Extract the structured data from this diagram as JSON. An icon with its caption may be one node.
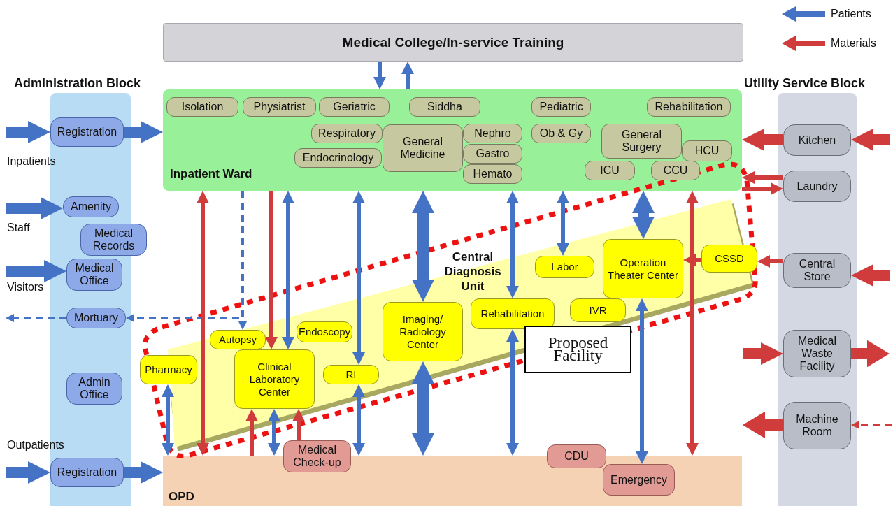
{
  "diagram": {
    "nodes": [
      {
        "text": [
          "Medical College/In-service Training"
        ]
      },
      {
        "text": [
          "Administration Block"
        ]
      },
      {
        "text": [
          "Registration"
        ],
        "in": 1
      },
      {
        "text": [
          "Amenity"
        ],
        "in": 1
      },
      {
        "text": [
          "Medical Records"
        ]
      },
      {
        "text": [
          "Medical Office"
        ],
        "in": 1
      },
      {
        "text": [
          "Mortuary"
        ],
        "in": 1
      },
      {
        "text": [
          "Admin Office"
        ],
        "in": 1
      },
      {
        "text": [
          "Registration"
        ],
        "in": 1
      },
      {
        "text": [
          "Inpatient Ward"
        ]
      },
      {
        "text": [
          "Isolation"
        ],
        "in": 9
      },
      {
        "text": [
          "Physiatrist"
        ],
        "in": 9
      },
      {
        "text": [
          "Geriatric"
        ],
        "in": 9
      },
      {
        "text": [
          "Siddha"
        ],
        "in": 9
      },
      {
        "text": [
          "Pediatric"
        ],
        "in": 9
      },
      {
        "text": [
          "Rehabilitation"
        ],
        "in": 9
      },
      {
        "text": [
          "Respiratory"
        ],
        "in": 9
      },
      {
        "text": [
          "Endocrinology"
        ],
        "in": 9
      },
      {
        "text": [
          "General Medicine"
        ],
        "in": 9
      },
      {
        "text": [
          "Nephro"
        ],
        "in": 9
      },
      {
        "text": [
          "Gastro"
        ],
        "in": 9
      },
      {
        "text": [
          "Hemato"
        ],
        "in": 9
      },
      {
        "text": [
          "Ob & Gy"
        ],
        "in": 9
      },
      {
        "text": [
          "General Surgery"
        ],
        "in": 9
      },
      {
        "text": [
          "HCU"
        ],
        "in": 9
      },
      {
        "text": [
          "ICU"
        ],
        "in": 9
      },
      {
        "text": [
          "CCU"
        ],
        "in": 9
      },
      {
        "text": [
          "Central Diagnosis Unit"
        ]
      },
      {
        "text": [
          "Pharmacy"
        ]
      },
      {
        "text": [
          "Autopsy"
        ],
        "in": 27
      },
      {
        "text": [
          "Clinical Laboratory Center"
        ],
        "in": 27
      },
      {
        "text": [
          "Endoscopy"
        ],
        "in": 27
      },
      {
        "text": [
          "RI"
        ],
        "in": 27
      },
      {
        "text": [
          "Imaging/ Radiology Center"
        ],
        "in": 27
      },
      {
        "text": [
          "Rehabilitation"
        ],
        "in": 27
      },
      {
        "text": [
          "Labor"
        ],
        "in": 27
      },
      {
        "text": [
          "IVR"
        ],
        "in": 27
      },
      {
        "text": [
          "Operation Theater Center"
        ],
        "in": 27
      },
      {
        "text": [
          "CSSD"
        ],
        "in": 27
      },
      {
        "text": [
          "Proposed Facility"
        ]
      },
      {
        "text": [
          "OPD"
        ]
      },
      {
        "text": [
          "Medical Check-up"
        ]
      },
      {
        "text": [
          "CDU"
        ]
      },
      {
        "text": [
          "Emergency"
        ],
        "in": 40
      },
      {
        "text": [
          "Utility Service Block"
        ]
      },
      {
        "text": [
          "Kitchen"
        ],
        "in": 44
      },
      {
        "text": [
          "Laundry"
        ],
        "in": 44
      },
      {
        "text": [
          "Central Store"
        ],
        "in": 44
      },
      {
        "text": [
          "Medical Waste Facility"
        ],
        "in": 44
      },
      {
        "text": [
          "Machine Room"
        ],
        "in": 44
      }
    ],
    "edges": [
      {
        "from": null,
        "to": 2,
        "arrow": "to",
        "style": "thick"
      },
      {
        "from": 2,
        "to": 9,
        "arrow": "to",
        "style": "thick"
      },
      {
        "from": null,
        "to": 3,
        "arrow": "to",
        "style": "thick"
      },
      {
        "from": null,
        "to": 5,
        "arrow": "to",
        "style": "thick"
      },
      {
        "from": 9,
        "to": 6,
        "arrow": "to",
        "style": "dashed"
      },
      {
        "from": 9,
        "to": 29,
        "arrow": "to",
        "style": "dashed"
      },
      {
        "from": 6,
        "to": null,
        "arrow": "to",
        "style": "dashed"
      },
      {
        "from": null,
        "to": 8,
        "arrow": "to",
        "style": "thick"
      },
      {
        "from": 8,
        "to": 40,
        "arrow": "to",
        "style": "thick"
      },
      {
        "from": 0,
        "to": 9,
        "arrow": "to"
      },
      {
        "from": 9,
        "to": 0,
        "arrow": "to"
      },
      {
        "from": 9,
        "to": 30,
        "arrow": "both"
      },
      {
        "from": 9,
        "to": 32,
        "arrow": "both"
      },
      {
        "from": 9,
        "to": 33,
        "arrow": "both",
        "style": "thick"
      },
      {
        "from": 9,
        "to": 34,
        "arrow": "both"
      },
      {
        "from": 9,
        "to": 35,
        "arrow": "both"
      },
      {
        "from": 9,
        "to": 37,
        "arrow": "both",
        "style": "thick"
      },
      {
        "from": 28,
        "to": 40,
        "arrow": "both"
      },
      {
        "from": 30,
        "to": 40,
        "arrow": "both"
      },
      {
        "from": 32,
        "to": 40,
        "arrow": "both"
      },
      {
        "from": 33,
        "to": 40,
        "arrow": "both",
        "style": "thick"
      },
      {
        "from": 34,
        "to": 40,
        "arrow": "both"
      },
      {
        "from": 37,
        "to": 43,
        "arrow": "both"
      },
      {
        "from": 9,
        "to": 40,
        "arrow": "both",
        "color": "#d03c3c"
      },
      {
        "from": 9,
        "to": 30,
        "arrow": "to",
        "color": "#d03c3c"
      },
      {
        "from": 40,
        "to": 30,
        "arrow": "to",
        "color": "#d03c3c"
      },
      {
        "from": 41,
        "to": 30,
        "arrow": "to",
        "color": "#d03c3c"
      },
      {
        "from": 9,
        "to": 40,
        "arrow": "both",
        "color": "#d03c3c"
      },
      {
        "from": 38,
        "to": 37,
        "arrow": "to",
        "color": "#d03c3c"
      },
      {
        "from": 45,
        "to": 9,
        "arrow": "to",
        "style": "thick",
        "color": "#d03c3c"
      },
      {
        "from": null,
        "to": 45,
        "arrow": "to",
        "style": "thick",
        "color": "#d03c3c"
      },
      {
        "from": 46,
        "to": 9,
        "arrow": "to",
        "color": "#d03c3c"
      },
      {
        "from": 9,
        "to": 46,
        "arrow": "to",
        "color": "#d03c3c"
      },
      {
        "from": 47,
        "to": 38,
        "arrow": "to",
        "color": "#d03c3c"
      },
      {
        "from": null,
        "to": 47,
        "arrow": "to",
        "style": "thick",
        "color": "#d03c3c"
      },
      {
        "from": null,
        "to": 48,
        "arrow": "to",
        "style": "thick",
        "color": "#d03c3c"
      },
      {
        "from": 48,
        "to": null,
        "arrow": "to",
        "style": "thick",
        "color": "#d03c3c"
      },
      {
        "from": 49,
        "to": null,
        "arrow": "to",
        "style": "thick",
        "color": "#d03c3c"
      },
      {
        "from": null,
        "to": 49,
        "arrow": "to",
        "style": "dashed",
        "color": "#d03c3c"
      }
    ],
    "labels": [
      "Inpatients",
      "Staff",
      "Visitors",
      "Outpatients"
    ],
    "legend": [
      {
        "text": "Patients",
        "color": "#4472c4"
      },
      {
        "text": "Materials",
        "color": "#d03c3c"
      }
    ]
  }
}
